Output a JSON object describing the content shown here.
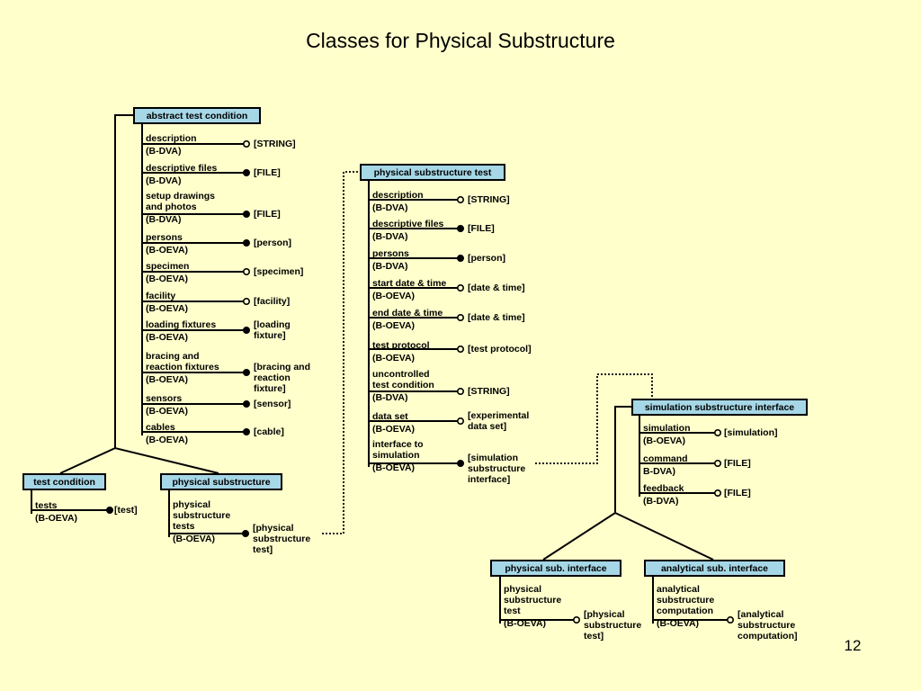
{
  "title": "Classes for Physical Substructure",
  "page_number": "12",
  "colors": {
    "background": "#ffffcc",
    "class_box": "#a6d7e6",
    "line": "#000000"
  },
  "classes": {
    "abstract_test_condition": {
      "name": "abstract test condition",
      "attributes": [
        {
          "name": "description",
          "type": "(B-DVA)",
          "value": "[STRING]",
          "terminal": "open"
        },
        {
          "name": "descriptive files",
          "type": "(B-DVA)",
          "value": "[FILE]",
          "terminal": "filled"
        },
        {
          "name": "setup drawings\nand photos",
          "type": "(B-DVA)",
          "value": "[FILE]",
          "terminal": "filled"
        },
        {
          "name": "persons",
          "type": "(B-OEVA)",
          "value": "[person]",
          "terminal": "filled"
        },
        {
          "name": "specimen",
          "type": "(B-OEVA)",
          "value": "[specimen]",
          "terminal": "open"
        },
        {
          "name": "facility",
          "type": "(B-OEVA)",
          "value": "[facility]",
          "terminal": "open"
        },
        {
          "name": "loading fixtures",
          "type": "(B-OEVA)",
          "value": "[loading\nfixture]",
          "terminal": "filled"
        },
        {
          "name": "bracing and\nreaction fixtures",
          "type": "(B-OEVA)",
          "value": "[bracing and\nreaction\nfixture]",
          "terminal": "filled"
        },
        {
          "name": "sensors",
          "type": "(B-OEVA)",
          "value": "[sensor]",
          "terminal": "filled"
        },
        {
          "name": "cables",
          "type": "(B-OEVA)",
          "value": "[cable]",
          "terminal": "filled"
        }
      ]
    },
    "test_condition": {
      "name": "test condition",
      "attributes": [
        {
          "name": "tests",
          "type": "(B-OEVA)",
          "value": "[test]",
          "terminal": "filled"
        }
      ]
    },
    "physical_substructure": {
      "name": "physical substructure",
      "attributes": [
        {
          "name": "physical\nsubstructure\ntests",
          "type": "(B-OEVA)",
          "value": "[physical\nsubstructure\ntest]",
          "terminal": "filled"
        }
      ]
    },
    "physical_substructure_test": {
      "name": "physical substructure test",
      "attributes": [
        {
          "name": "description",
          "type": "(B-DVA)",
          "value": "[STRING]",
          "terminal": "open"
        },
        {
          "name": "descriptive files",
          "type": "(B-DVA)",
          "value": "[FILE]",
          "terminal": "filled"
        },
        {
          "name": "persons",
          "type": "(B-DVA)",
          "value": "[person]",
          "terminal": "filled"
        },
        {
          "name": "start date & time",
          "type": "(B-OEVA)",
          "value": "[date & time]",
          "terminal": "open"
        },
        {
          "name": "end date & time",
          "type": "(B-OEVA)",
          "value": "[date & time]",
          "terminal": "open"
        },
        {
          "name": "test protocol",
          "type": "(B-OEVA)",
          "value": "[test protocol]",
          "terminal": "open"
        },
        {
          "name": "uncontrolled\ntest condition",
          "type": "(B-DVA)",
          "value": "[STRING]",
          "terminal": "open"
        },
        {
          "name": "data set",
          "type": "(B-OEVA)",
          "value": "[experimental\ndata set]",
          "terminal": "open"
        },
        {
          "name": "interface to\nsimulation",
          "type": "(B-OEVA)",
          "value": "[simulation\nsubstructure\ninterface]",
          "terminal": "filled"
        }
      ]
    },
    "simulation_substructure_interface": {
      "name": "simulation substructure interface",
      "attributes": [
        {
          "name": "simulation",
          "type": "(B-OEVA)",
          "value": "[simulation]",
          "terminal": "open"
        },
        {
          "name": "command",
          "type": "B-DVA)",
          "value": "[FILE]",
          "terminal": "open"
        },
        {
          "name": "feedback",
          "type": "(B-DVA)",
          "value": "[FILE]",
          "terminal": "open"
        }
      ]
    },
    "physical_sub_interface": {
      "name": "physical sub. interface",
      "attributes": [
        {
          "name": "physical\nsubstructure\ntest",
          "type": "(B-OEVA)",
          "value": "[physical\nsubstructure\ntest]",
          "terminal": "open"
        }
      ]
    },
    "analytical_sub_interface": {
      "name": "analytical sub. interface",
      "attributes": [
        {
          "name": "analytical\nsubstructure\ncomputation",
          "type": "(B-OEVA)",
          "value": "[analytical\nsubstructure\ncomputation]",
          "terminal": "open"
        }
      ]
    }
  }
}
